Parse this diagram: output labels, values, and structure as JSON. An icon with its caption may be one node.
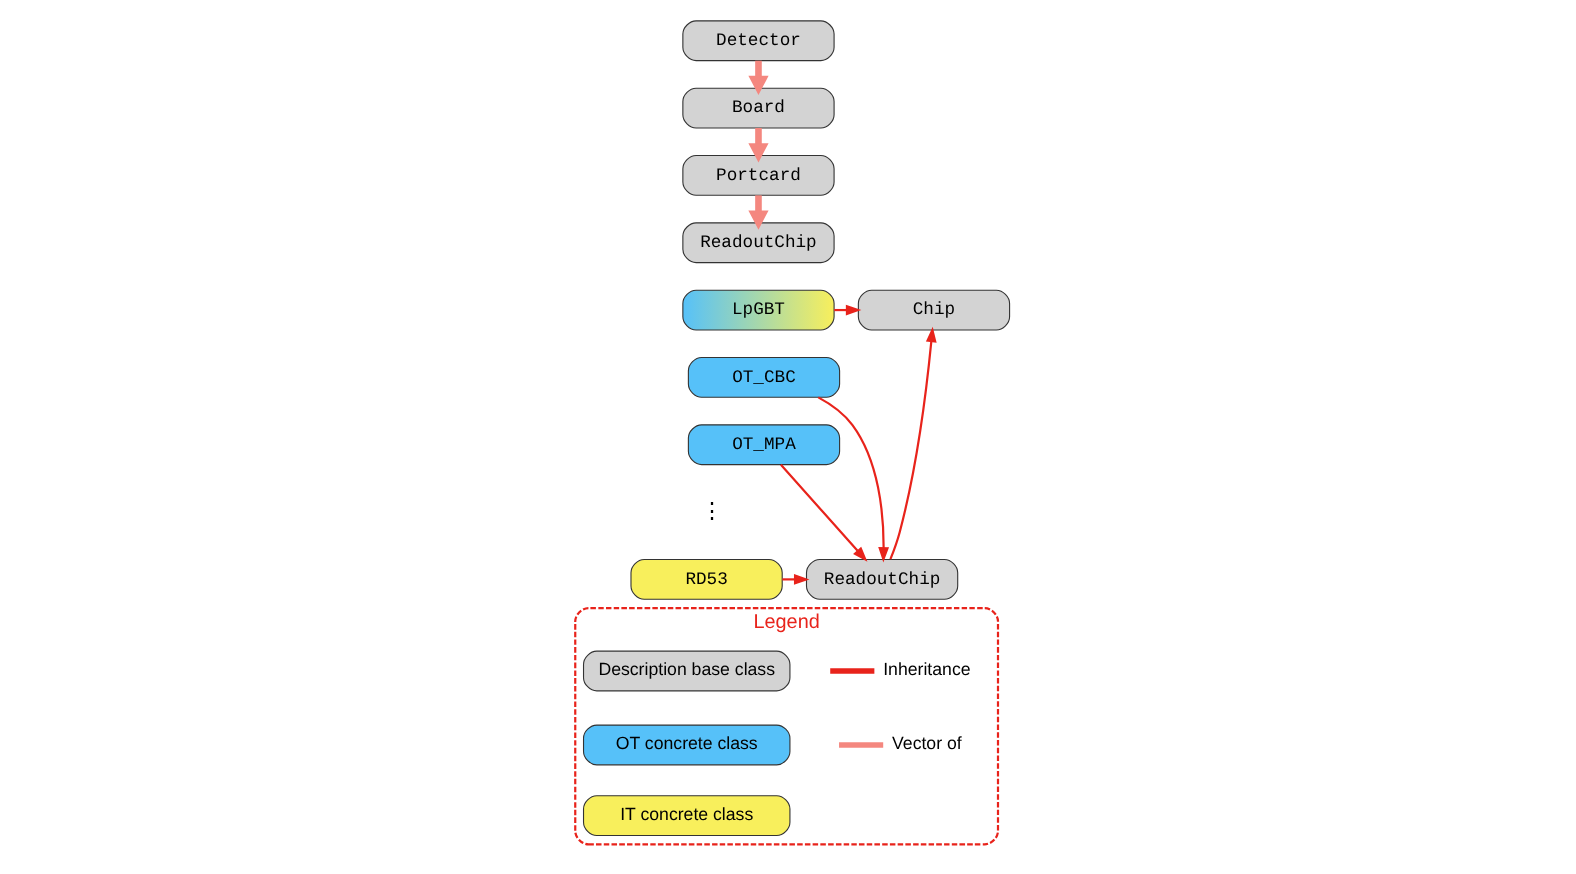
{
  "diagram": {
    "nodes": [
      {
        "text": [
          "Detector"
        ]
      },
      {
        "text": [
          "Board"
        ]
      },
      {
        "text": [
          "Portcard"
        ]
      },
      {
        "text": [
          "ReadoutChip"
        ]
      },
      {
        "text": [
          "Chip"
        ]
      },
      {
        "text": [
          "LpGBT"
        ]
      },
      {
        "text": [
          "OT_CBC"
        ]
      },
      {
        "text": [
          "OT_MPA"
        ]
      },
      {
        "text": [
          "RD53"
        ]
      },
      {
        "text": [
          "ReadoutChip"
        ]
      },
      {
        "text": [
          "Legend"
        ]
      }
    ],
    "edges": [
      {
        "from": 0,
        "to": 1,
        "arrow": "to",
        "style": "thick",
        "color": "#f4877f"
      },
      {
        "from": 1,
        "to": 2,
        "arrow": "to",
        "style": "thick",
        "color": "#f4877f"
      },
      {
        "from": 2,
        "to": 3,
        "arrow": "to",
        "style": "thick",
        "color": "#f4877f"
      },
      {
        "from": 5,
        "to": 4,
        "arrow": "to"
      },
      {
        "from": 9,
        "to": 4,
        "arrow": "to"
      },
      {
        "from": 6,
        "to": 9,
        "arrow": "to"
      },
      {
        "from": 7,
        "to": 9,
        "arrow": "to"
      },
      {
        "from": 8,
        "to": 9,
        "arrow": "to"
      }
    ],
    "labels": [
      "⋮"
    ],
    "legend": [
      {
        "text": "Description base class",
        "color": "#d3d3d3"
      },
      {
        "text": "OT concrete class",
        "color": "#56c1f9"
      },
      {
        "text": "IT concrete class",
        "color": "#f8ef5c"
      },
      {
        "text": "Inheritance"
      },
      {
        "text": "Vector of"
      }
    ]
  }
}
